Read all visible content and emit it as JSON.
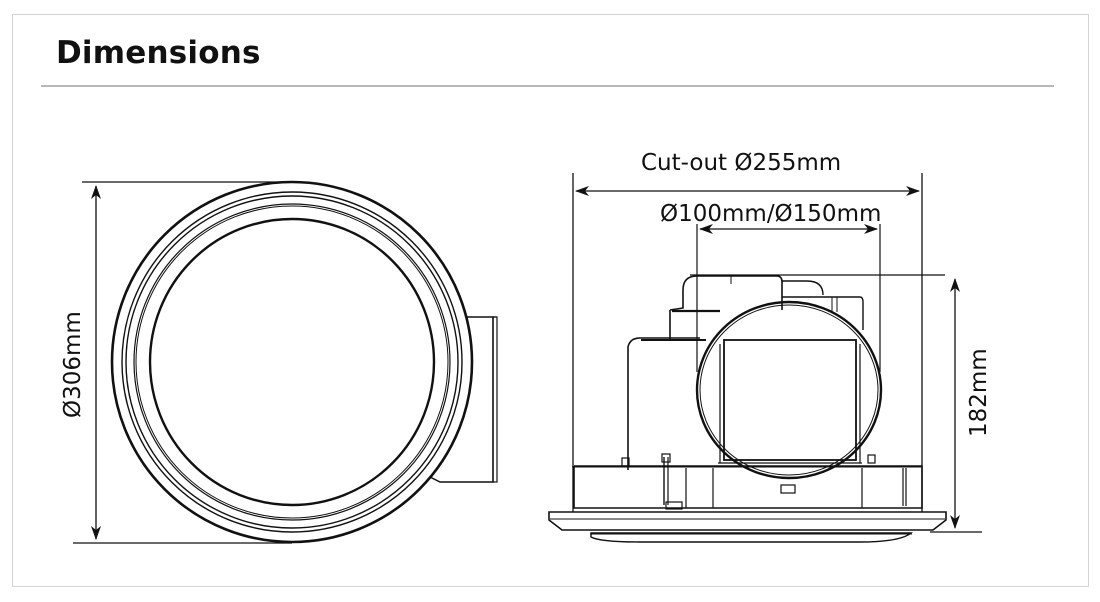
{
  "header": {
    "title": "Dimensions"
  },
  "top_view": {
    "diameter_label": "Ø306mm"
  },
  "side_view": {
    "cutout_label": "Cut-out Ø255mm",
    "duct_label": "Ø100mm/Ø150mm",
    "height_label": "182mm"
  },
  "colors": {
    "line": "#111111",
    "frame_border": "#d4d4d4",
    "title_rule": "#b8b8b8"
  }
}
